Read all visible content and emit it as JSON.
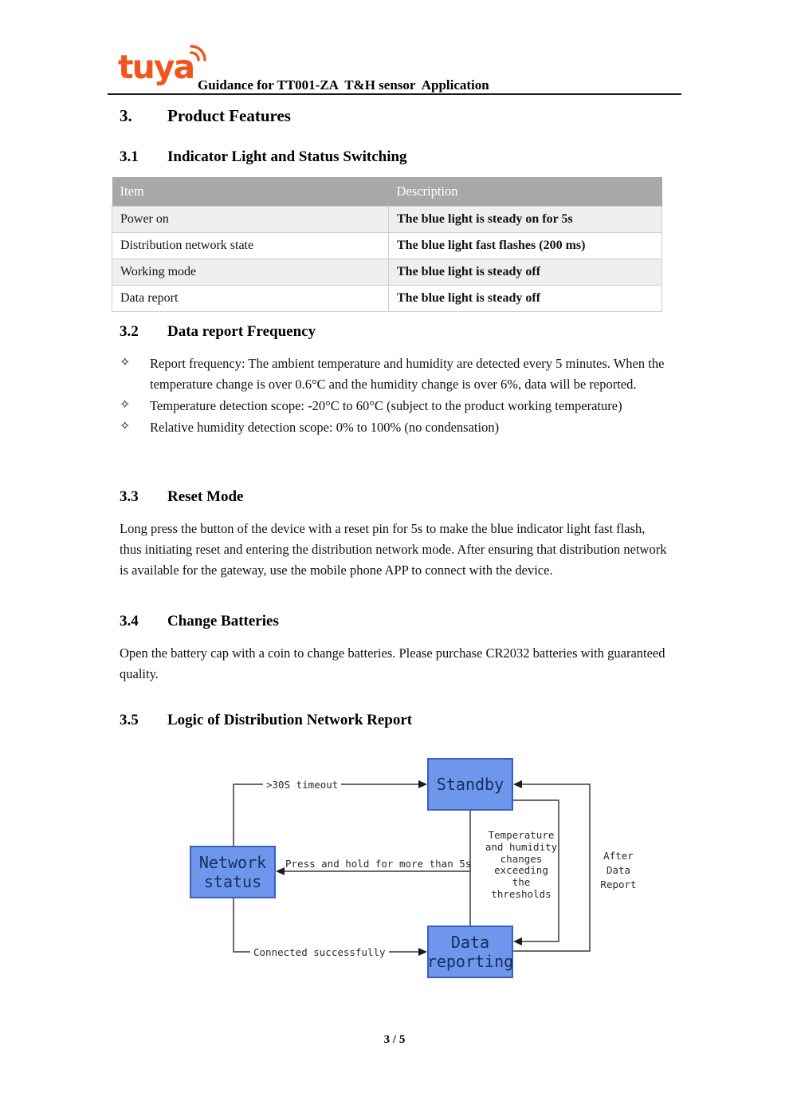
{
  "header": {
    "logo_text": "tuya",
    "title": "Guidance for TT001-ZA  T&H sensor  Application"
  },
  "sections": {
    "s3": {
      "num": "3.",
      "title": "Product Features"
    },
    "s31": {
      "num": "3.1",
      "title": "Indicator Light and Status Switching"
    },
    "s32": {
      "num": "3.2",
      "title": "Data report Frequency"
    },
    "s33": {
      "num": "3.3",
      "title": "Reset Mode"
    },
    "s34": {
      "num": "3.4",
      "title": "Change Batteries"
    },
    "s35": {
      "num": "3.5",
      "title": "Logic of Distribution Network Report"
    }
  },
  "table": {
    "headers": [
      "Item",
      "Description"
    ],
    "rows": [
      [
        "Power on",
        "The blue light is steady on for 5s"
      ],
      [
        "Distribution network state",
        "The blue light fast flashes (200 ms)"
      ],
      [
        "Working mode",
        "The blue light is steady off"
      ],
      [
        "Data report",
        "The blue light is steady off"
      ]
    ]
  },
  "bullets": {
    "glyph": "✧",
    "items": [
      "Report frequency: The ambient temperature and humidity are detected every 5 minutes. When the temperature change is over 0.6°C and the humidity change is over 6%, data will be reported.",
      "Temperature detection scope: -20°C to 60°C (subject to the product working temperature)",
      "Relative humidity detection scope: 0% to 100% (no condensation)"
    ]
  },
  "reset_paragraph": "Long press the button of the device with a reset pin for 5s to make the blue indicator light fast flash, thus initiating reset and entering the distribution network mode. After ensuring that distribution network is available for the gateway, use the mobile phone APP to connect with the device.",
  "batteries_paragraph": "Open the battery cap with a coin to change batteries. Please purchase CR2032 batteries with guaranteed quality.",
  "diagram": {
    "nodes": {
      "standby": "Standby",
      "network_status": "Network\nstatus",
      "data_reporting": "Data\nreporting"
    },
    "edge_labels": {
      "timeout": ">30S timeout",
      "press_hold": "Press and hold for more than 5s",
      "connected": "Connected successfully",
      "threshold": "Temperature\nand humidity\nchanges\nexceeding\nthe\nthresholds",
      "after_report": "After\nData\nReport"
    }
  },
  "footer": {
    "page_number": "3 / 5"
  },
  "colors": {
    "logo_orange": "#f2541d",
    "table_header_bg": "#a8a8a8",
    "row_alt_bg": "#efefef",
    "node_fill": "#6e96ec",
    "node_border": "#3a5fc0",
    "node_text": "#14305c"
  }
}
